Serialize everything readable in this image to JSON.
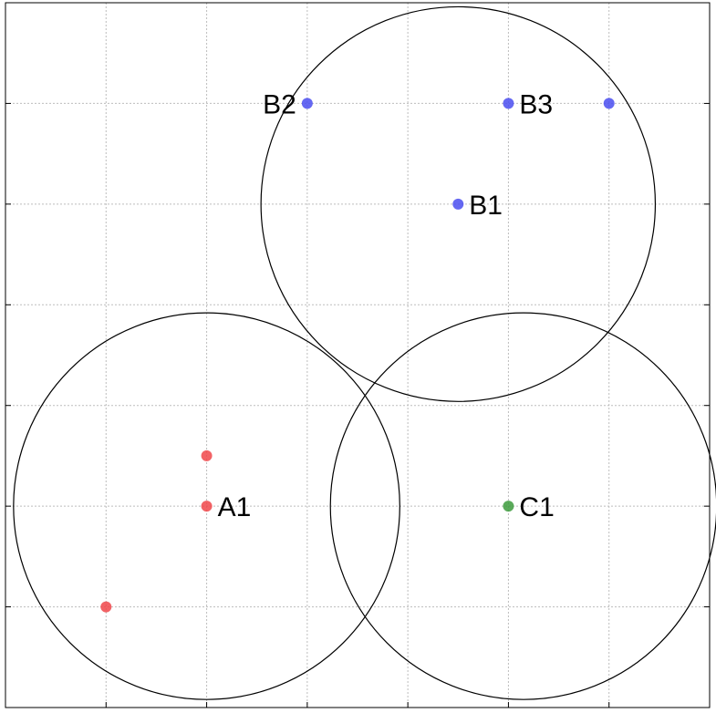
{
  "chart_data": {
    "type": "scatter",
    "title": "",
    "xlabel": "",
    "ylabel": "",
    "xlim": [
      -1,
      6
    ],
    "ylim": [
      -2,
      5
    ],
    "grid": true,
    "series": [
      {
        "color": "#f0474a",
        "points": [
          {
            "x": 1,
            "y": 0,
            "label": "A1"
          },
          {
            "x": 1,
            "y": 0.5,
            "label": ""
          },
          {
            "x": 0,
            "y": -1,
            "label": ""
          }
        ]
      },
      {
        "color": "#4a4df0",
        "points": [
          {
            "x": 3.5,
            "y": 3,
            "label": "B1"
          },
          {
            "x": 2,
            "y": 4,
            "label": "B2"
          },
          {
            "x": 4,
            "y": 4,
            "label": "B3"
          },
          {
            "x": 5,
            "y": 4,
            "label": ""
          }
        ]
      },
      {
        "color": "#3d9b3d",
        "points": [
          {
            "x": 4,
            "y": 0,
            "label": "C1"
          }
        ]
      }
    ],
    "circles": [
      {
        "cx": 1,
        "cy": 0,
        "r": 1.92
      },
      {
        "cx": 3.5,
        "cy": 3,
        "r": 1.96
      },
      {
        "cx": 4.15,
        "cy": 0,
        "r": 1.92
      }
    ]
  }
}
